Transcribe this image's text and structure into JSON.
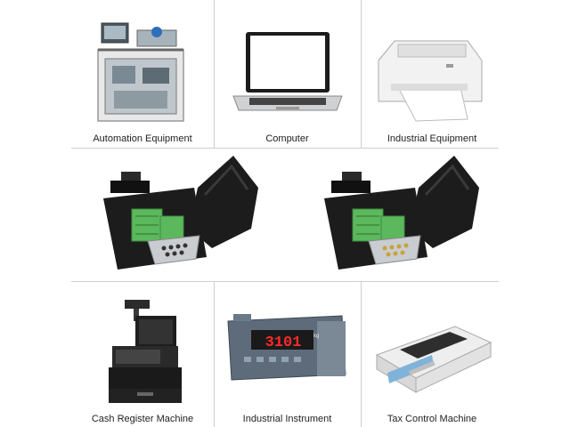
{
  "top_row": [
    {
      "label": "Automation Equipment",
      "icon": "automation-equipment-icon"
    },
    {
      "label": "Computer",
      "icon": "laptop-icon"
    },
    {
      "label": "Industrial Equipment",
      "icon": "printer-icon"
    }
  ],
  "middle_row": [
    {
      "icon": "db9-female-connector-icon"
    },
    {
      "icon": "db9-male-connector-icon"
    }
  ],
  "bottom_row": [
    {
      "label": "Cash Register Machine",
      "icon": "cash-register-icon"
    },
    {
      "label": "Industrial Instrument",
      "icon": "weighing-indicator-icon",
      "display": "3101",
      "unit": "kg"
    },
    {
      "label": "Tax Control Machine",
      "icon": "dot-matrix-printer-icon"
    }
  ],
  "colors": {
    "divider": "#cfcfcf",
    "terminal_green": "#5cb85c",
    "display_red": "#ff2a2a",
    "connector_black": "#1c1c1c"
  }
}
